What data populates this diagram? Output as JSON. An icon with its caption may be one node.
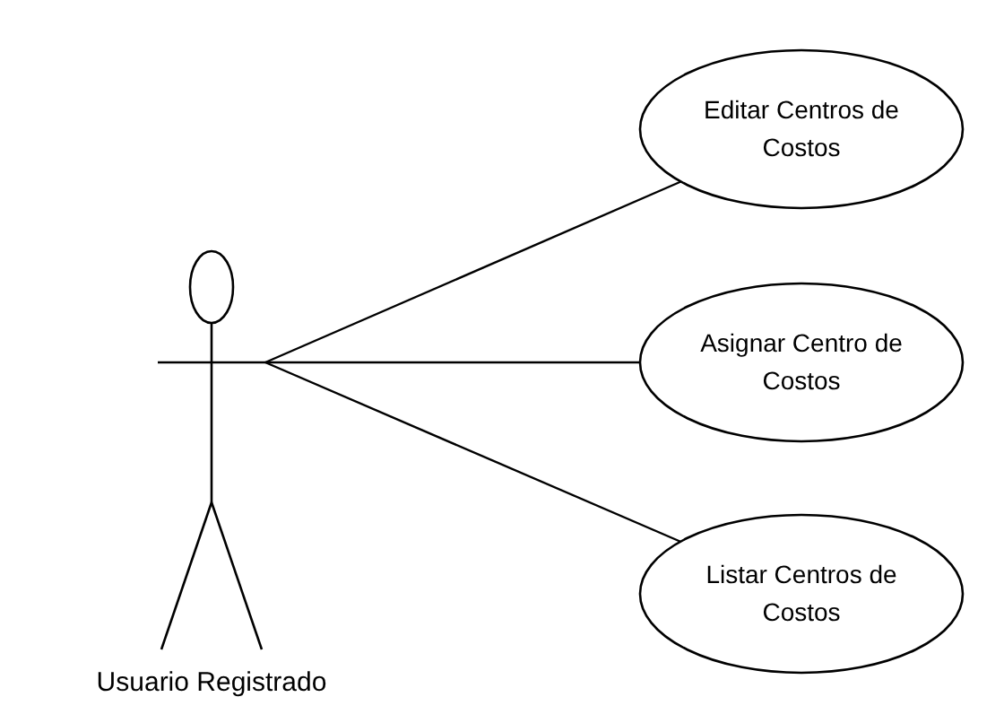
{
  "diagram": {
    "nodes": [
      {
        "text": [],
        "shape": "person",
        "beside": [
          "Usuario Registrado"
        ]
      },
      {
        "text": [
          "Editar Centros de Costos"
        ]
      },
      {
        "text": [
          "Asignar Centro de Costos"
        ]
      },
      {
        "text": [
          "Listar Centros de Costos"
        ]
      }
    ],
    "edges": [
      {
        "from": 0,
        "to": 1,
        "arrow": "none"
      },
      {
        "from": 0,
        "to": 2,
        "arrow": "none"
      },
      {
        "from": 0,
        "to": 3,
        "arrow": "none"
      }
    ]
  }
}
